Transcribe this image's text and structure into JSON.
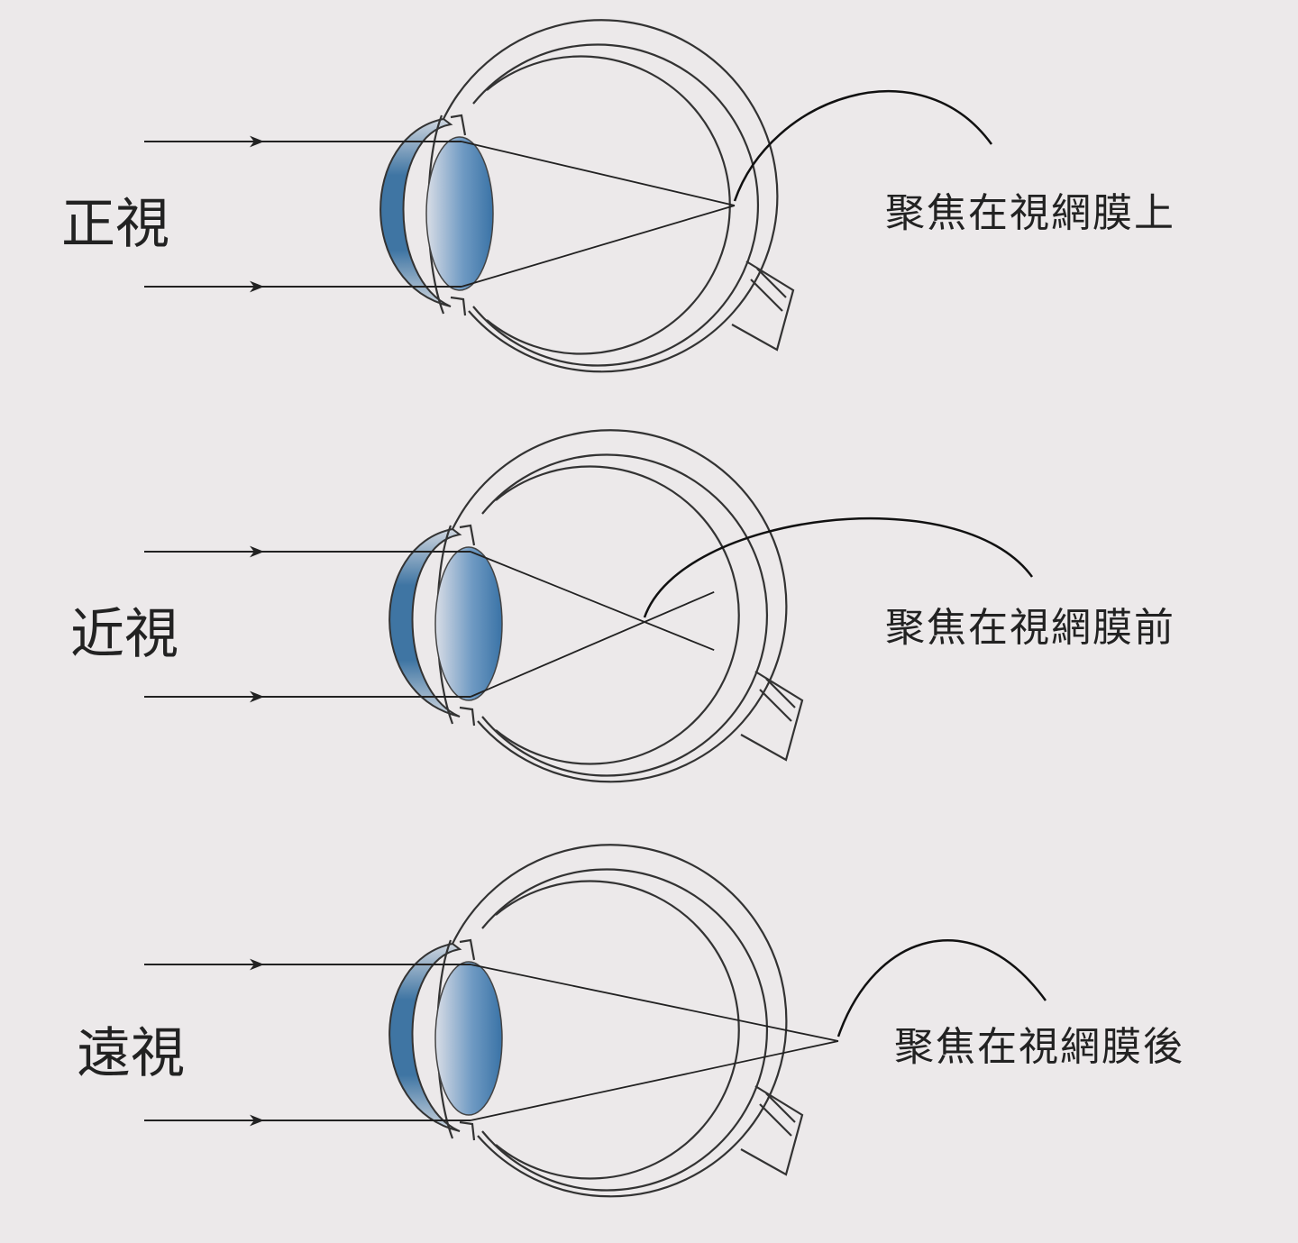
{
  "colors": {
    "background": "#ece9ea",
    "lens": "#3f78aa",
    "outline": "#333333"
  },
  "panels": [
    {
      "condition": "正視",
      "caption": "聚焦在視網膜上",
      "focus": "on-retina"
    },
    {
      "condition": "近視",
      "caption": "聚焦在視網膜前",
      "focus": "in-front-of-retina"
    },
    {
      "condition": "遠視",
      "caption": "聚焦在視網膜後",
      "focus": "behind-retina"
    }
  ]
}
